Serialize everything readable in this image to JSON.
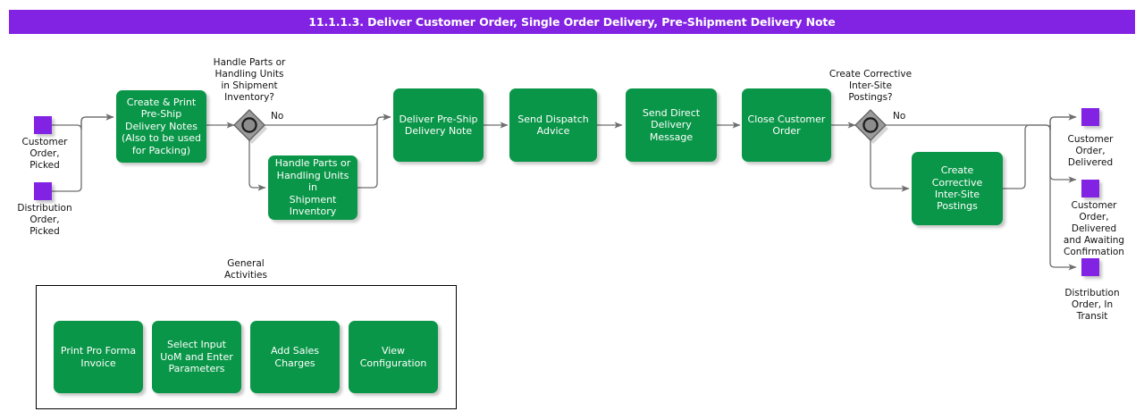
{
  "header": {
    "title": "11.1.1.3. Deliver Customer Order, Single Order Delivery, Pre-Shipment Delivery Note",
    "bar_color": "#8222E3",
    "text_color": "#FFFFFF"
  },
  "theme": {
    "activity_fill": "#0A9648",
    "activity_text": "#FFFFFF",
    "event_fill": "#8222E3",
    "gateway_fill": "#9A9A9A",
    "connector": "#6E6E6E",
    "label_text": "#111111",
    "background": "#FFFFFF"
  },
  "start_events": [
    {
      "id": "ev-customer-order-picked",
      "label": "Customer\nOrder,\nPicked"
    },
    {
      "id": "ev-distribution-order-picked",
      "label": "Distribution\nOrder,\nPicked"
    }
  ],
  "end_events": [
    {
      "id": "ev-customer-order-delivered",
      "label": "Customer\nOrder,\nDelivered"
    },
    {
      "id": "ev-customer-order-delivered-awaiting",
      "label": "Customer\nOrder,\nDelivered\nand Awaiting\nConfirmation"
    },
    {
      "id": "ev-distribution-order-in-transit",
      "label": "Distribution\nOrder, In\nTransit"
    }
  ],
  "activities": [
    {
      "id": "act-create-print-pre-ship",
      "label": "Create & Print\nPre-Ship\nDelivery Notes\n(Also to be used\nfor Packing)"
    },
    {
      "id": "act-handle-parts-shipment-inventory",
      "label": "Handle Parts or\nHandling Units in\nShipment\nInventory"
    },
    {
      "id": "act-deliver-pre-ship-note",
      "label": "Deliver Pre-Ship\nDelivery Note"
    },
    {
      "id": "act-send-dispatch-advice",
      "label": "Send Dispatch\nAdvice"
    },
    {
      "id": "act-send-direct-delivery-message",
      "label": "Send Direct\nDelivery\nMessage"
    },
    {
      "id": "act-close-customer-order",
      "label": "Close Customer\nOrder"
    },
    {
      "id": "act-create-corrective-postings",
      "label": "Create\nCorrective\nInter-Site\nPostings"
    }
  ],
  "gateways": [
    {
      "id": "gw-handle-parts",
      "caption": "Handle Parts or\nHandling Units\nin Shipment\nInventory?",
      "branch_label": "No"
    },
    {
      "id": "gw-create-corrective",
      "caption": "Create Corrective\nInter-Site\nPostings?",
      "branch_label": "No"
    }
  ],
  "group": {
    "title": "General\nActivities",
    "items": [
      {
        "id": "act-print-pro-forma-invoice",
        "label": "Print Pro Forma\nInvoice"
      },
      {
        "id": "act-select-input-uom",
        "label": "Select Input\nUoM and Enter\nParameters"
      },
      {
        "id": "act-add-sales-charges",
        "label": "Add Sales\nCharges"
      },
      {
        "id": "act-view-configuration",
        "label": "View\nConfiguration"
      }
    ]
  }
}
